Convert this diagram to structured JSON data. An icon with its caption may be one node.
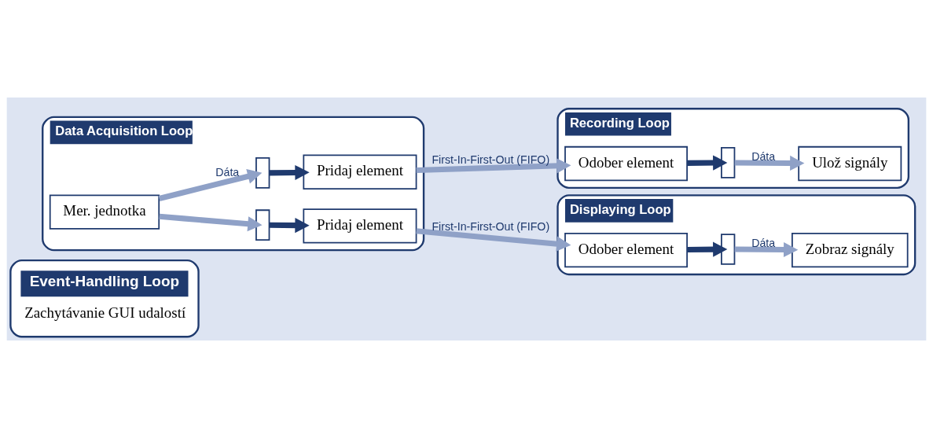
{
  "diagram": {
    "nodes": [
      {
        "text": [
          "Event-Handling Loop",
          "Zachytávanie GUI udalostí"
        ]
      },
      {
        "text": [
          "Data Acquisition Loop"
        ]
      },
      {
        "text": [
          "Mer. jednotka"
        ],
        "in": 1
      },
      {
        "text": [],
        "shape": "box",
        "in": 1
      },
      {
        "text": [
          "Pridaj element"
        ],
        "in": 1
      },
      {
        "text": [],
        "shape": "box",
        "in": 1
      },
      {
        "text": [
          "Pridaj element"
        ],
        "in": 1
      },
      {
        "text": [
          "Displaying Loop"
        ]
      },
      {
        "text": [
          "Odober element"
        ],
        "in": 7
      },
      {
        "text": [],
        "shape": "box",
        "in": 7
      },
      {
        "text": [
          "Zobraz signály"
        ],
        "in": 7
      },
      {
        "text": [
          "Recording Loop"
        ]
      },
      {
        "text": [
          "Odober element"
        ],
        "in": 11
      },
      {
        "text": [],
        "shape": "box",
        "in": 11
      },
      {
        "text": [
          "Ulož signály"
        ],
        "in": 11
      }
    ],
    "edges": [
      {
        "from": 2,
        "to": 3,
        "arrow": "to",
        "label": "Dáta"
      },
      {
        "from": 2,
        "to": 5,
        "arrow": "to"
      },
      {
        "from": 3,
        "to": 4,
        "arrow": "to",
        "color": "#1f3a6e"
      },
      {
        "from": 5,
        "to": 6,
        "arrow": "to",
        "color": "#1f3a6e"
      },
      {
        "from": 6,
        "to": 8,
        "arrow": "to",
        "label": "First-In-First-Out (FIFO)"
      },
      {
        "from": 4,
        "to": 12,
        "arrow": "to",
        "label": "First-In-First-Out (FIFO)"
      },
      {
        "from": 8,
        "to": 9,
        "arrow": "to",
        "color": "#1f3a6e"
      },
      {
        "from": 9,
        "to": 10,
        "arrow": "to",
        "label": "Dáta"
      },
      {
        "from": 12,
        "to": 13,
        "arrow": "to",
        "color": "#1f3a6e"
      },
      {
        "from": 13,
        "to": 14,
        "arrow": "to",
        "label": "Dáta"
      }
    ]
  }
}
